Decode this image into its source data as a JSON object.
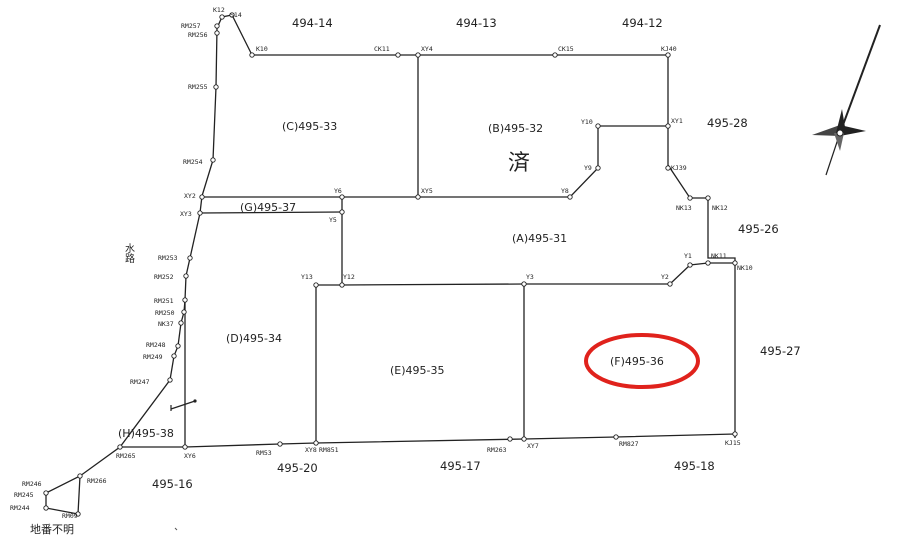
{
  "parcels": {
    "c": "(C)495-33",
    "b": "(B)495-32",
    "g": "(G)495-37",
    "a": "(A)495-31",
    "d": "(D)495-34",
    "e": "(E)495-35",
    "f": "(F)495-36",
    "h": "(H)495-38"
  },
  "neighbors": {
    "n494_14": "494-14",
    "n494_13": "494-13",
    "n494_12": "494-12",
    "n495_28": "495-28",
    "n495_26": "495-26",
    "n495_27": "495-27",
    "n495_20": "495-20",
    "n495_17": "495-17",
    "n495_18": "495-18",
    "n495_16": "495-16"
  },
  "notes": {
    "done_mark": "済",
    "waterway": "水路",
    "unknown_lot": "地番不明"
  },
  "points": {
    "k12": "K12",
    "s14": "S14",
    "rm257": "RM257",
    "rm256": "RM256",
    "k10": "K10",
    "ck11": "CK11",
    "xy4": "XY4",
    "ck15": "CK15",
    "kj40": "KJ40",
    "rm255": "RM255",
    "rm254": "RM254",
    "y10": "Y10",
    "xy1": "XY1",
    "y9": "Y9",
    "kj39": "KJ39",
    "xy2": "XY2",
    "y6": "Y6",
    "xy5": "XY5",
    "y8": "Y8",
    "nk13": "NK13",
    "nk12": "NK12",
    "xy3": "XY3",
    "y5": "Y5",
    "rm253": "RM253",
    "rm252": "RM252",
    "y13": "Y13",
    "y12": "Y12",
    "y3": "Y3",
    "y2": "Y2",
    "y1": "Y1",
    "nk11": "NK11",
    "nk10": "NK10",
    "rm251": "RM251",
    "rm250": "RM250",
    "nk37": "NK37",
    "rm248": "RM248",
    "rm249": "RM249",
    "rm247": "RM247",
    "rm265": "RM265",
    "xy6": "XY6",
    "rm53": "RM53",
    "xy8": "XY8",
    "rm851": "RM851",
    "rm263": "RM263",
    "xy7": "XY7",
    "rm827": "RM827",
    "kj15": "KJ15",
    "rm266": "RM266",
    "rm246": "RM246",
    "rm245": "RM245",
    "rm244": "RM244",
    "rm09": "RM09"
  },
  "colors": {
    "line": "#222222",
    "highlight": "#e0221c"
  },
  "icons": {
    "compass": "north-arrow-icon"
  }
}
